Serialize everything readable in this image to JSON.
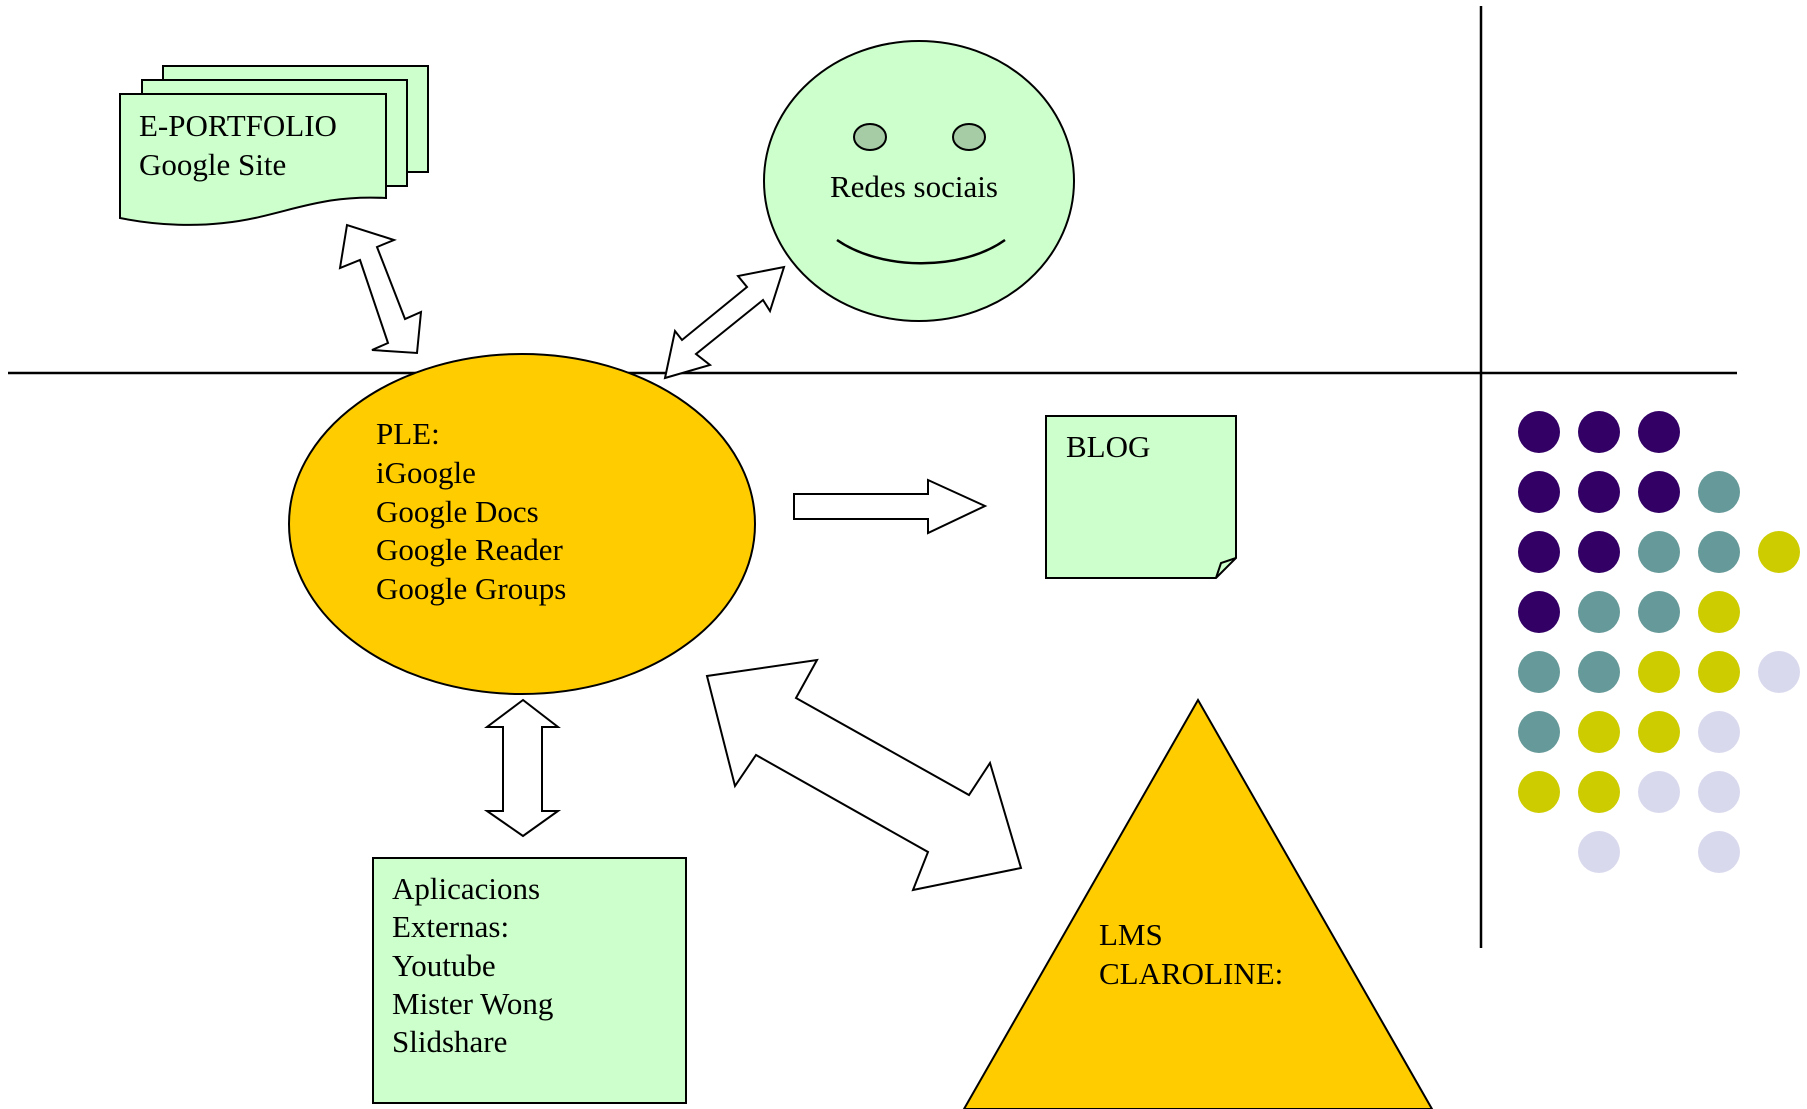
{
  "colors": {
    "green_fill": "#ccffcc",
    "orange_fill": "#ffcc00",
    "eye_fill": "#a6cca6",
    "purple": "#330066",
    "teal": "#669999",
    "olive": "#cccc00",
    "lavender": "#d9d9ee",
    "stroke": "#000000"
  },
  "nodes": {
    "eportfolio": {
      "lines": [
        "E-PORTFOLIO",
        "Google Site"
      ]
    },
    "social": {
      "lines": [
        "Redes sociais"
      ]
    },
    "ple": {
      "lines": [
        "PLE:",
        "iGoogle",
        "Google Docs",
        "Google Reader",
        "Google Groups"
      ]
    },
    "blog": {
      "lines": [
        "BLOG"
      ]
    },
    "external_apps": {
      "lines": [
        "Aplicacions",
        "Externas:",
        "Youtube",
        "Mister Wong",
        "Slidshare"
      ]
    },
    "lms": {
      "lines": [
        "LMS",
        "CLAROLINE:"
      ]
    }
  },
  "dot_grid": {
    "rows": [
      [
        "purple",
        "purple",
        "purple",
        null,
        null
      ],
      [
        "purple",
        "purple",
        "purple",
        "teal",
        null
      ],
      [
        "purple",
        "purple",
        "teal",
        "teal",
        "olive"
      ],
      [
        "purple",
        "teal",
        "teal",
        "olive",
        null
      ],
      [
        "teal",
        "teal",
        "olive",
        "olive",
        "lavender"
      ],
      [
        "teal",
        "olive",
        "olive",
        "lavender",
        null
      ],
      [
        "olive",
        "olive",
        "lavender",
        "lavender",
        null
      ],
      [
        null,
        "lavender",
        null,
        "lavender",
        null
      ]
    ]
  }
}
